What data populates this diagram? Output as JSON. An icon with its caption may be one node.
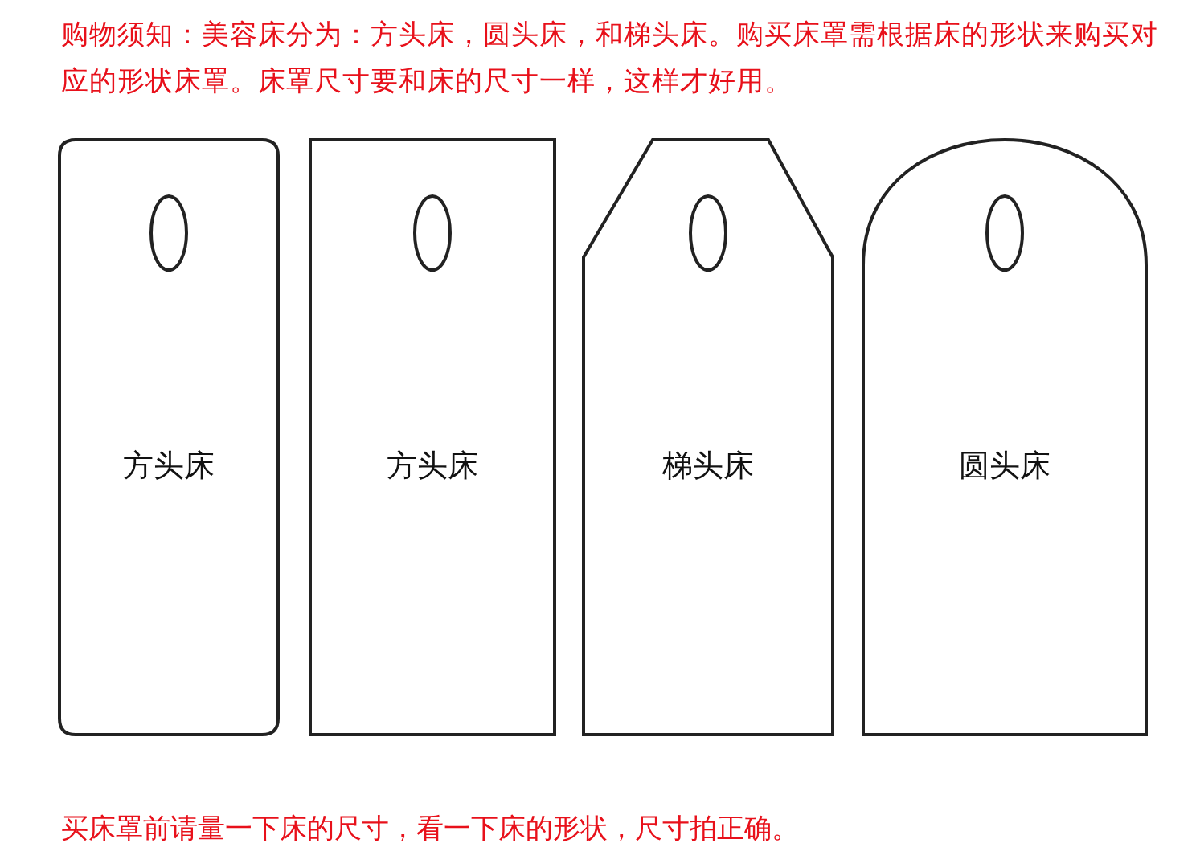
{
  "diagram": {
    "title": "购物须知：美容床分为：方头床，圆头床，和梯头床。购买床罩需根据床的形状来购买对应的形状床罩。床罩尺寸要和床的尺寸一样，这样才好用。",
    "nodes": [
      {
        "text": [
          "方头床"
        ]
      },
      {
        "text": [
          "方头床"
        ]
      },
      {
        "text": [
          "梯头床"
        ]
      },
      {
        "text": [
          "圆头床"
        ]
      }
    ],
    "labels": [
      "买床罩前请量一下床的尺寸，看一下床的形状，尺寸拍正确。"
    ]
  }
}
